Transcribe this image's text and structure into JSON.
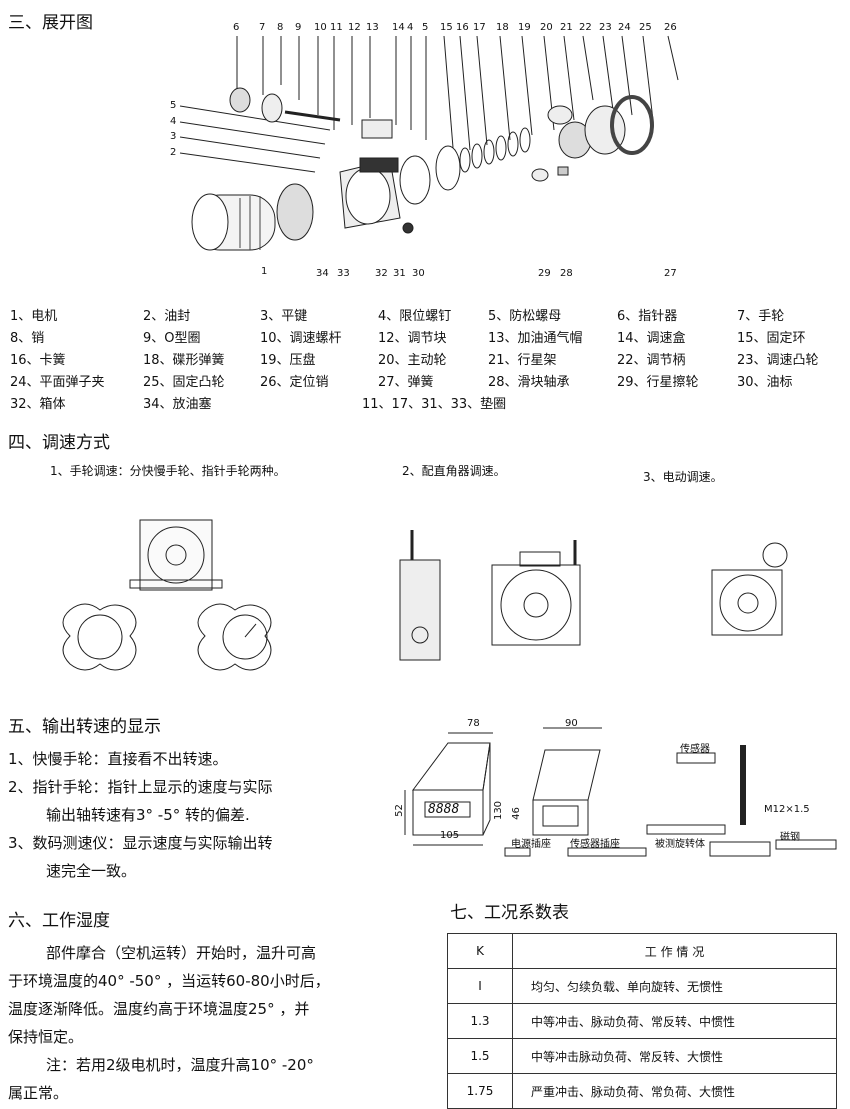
{
  "sec3": {
    "title": "三、展开图",
    "top_labels": [
      "6",
      "7",
      "8",
      "9",
      "10",
      "11",
      "12",
      "13",
      "14",
      "4",
      "5",
      "15",
      "16",
      "17",
      "18",
      "19",
      "20",
      "21",
      "22",
      "23",
      "24",
      "25",
      "26"
    ],
    "left_labels": [
      "5",
      "4",
      "3",
      "2"
    ],
    "bottom_labels": [
      "1",
      "34",
      "33",
      "32",
      "31",
      "30",
      "29",
      "28",
      "27"
    ],
    "parts": [
      [
        "1、电机",
        "2、油封",
        "3、平键",
        "4、限位螺钉",
        "5、防松螺母",
        "6、指针器",
        "7、手轮"
      ],
      [
        "8、销",
        "9、O型圈",
        "10、调速螺杆",
        "12、调节块",
        "13、加油通气帽",
        "14、调速盒",
        "15、固定环"
      ],
      [
        "16、卡簧",
        "18、碟形弹簧",
        "19、压盘",
        "20、主动轮",
        "21、行星架",
        "22、调节柄",
        "23、调速凸轮"
      ],
      [
        "24、平面弹子夹",
        "25、固定凸轮",
        "26、定位销",
        "27、弹簧",
        "28、滑块轴承",
        "29、行星擦轮",
        "30、油标"
      ],
      [
        "32、箱体",
        "34、放油塞",
        "11、17、31、33、垫圈"
      ]
    ]
  },
  "sec4": {
    "title": "四、调速方式",
    "m1": "1、手轮调速：分快慢手轮、指针手轮两种。",
    "m2": "2、配直角器调速。",
    "m3": "3、电动调速。"
  },
  "sec5": {
    "title": "五、输出转速的显示",
    "l1": "1、快慢手轮：直接看不出转速。",
    "l2": "2、指针手轮：指针上显示的速度与实际",
    "l2b": "输出轴转速有3° -5° 转的偏差.",
    "l3": "3、数码测速仪：显示速度与实际输出转",
    "l3b": "速完全一致。",
    "dims": {
      "w1": "78",
      "h1": "52",
      "d1": "130",
      "w2": "105",
      "w3": "90",
      "h3": "46"
    },
    "display": "8888",
    "labels": {
      "power": "电源插座",
      "sensor_socket": "传感器插座",
      "sensor": "传感器",
      "thread": "M12×1.5",
      "rotor": "被测旋转体",
      "magnet": "磁钢"
    }
  },
  "sec6": {
    "title": "六、工作湿度",
    "p1": "部件摩合（空机运转）开始时，温升可高",
    "p2": "于环境温度的40° -50° ，当运转60-80小时后，",
    "p3": "温度逐渐降低。温度约高于环境温度25° ，并",
    "p4": "保持恒定。",
    "p5": "注：若用2级电机时，温度升高10° -20°",
    "p6": "属正常。"
  },
  "sec7": {
    "title": "七、工况系数表",
    "headers": [
      "K",
      "工 作 情 况"
    ],
    "rows": [
      [
        "I",
        "均匀、匀续负载、单向旋转、无惯性"
      ],
      [
        "1.3",
        "中等冲击、脉动负荷、常反转、中惯性"
      ],
      [
        "1.5",
        "中等冲击脉动负荷、常反转、大惯性"
      ],
      [
        "1.75",
        "严重冲击、脉动负荷、常负荷、大惯性"
      ]
    ]
  }
}
